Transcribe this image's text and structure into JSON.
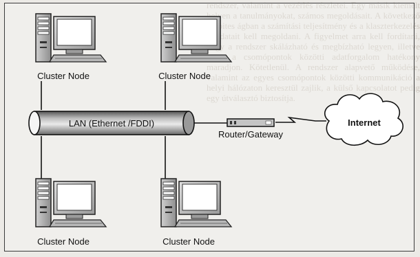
{
  "nodes": [
    {
      "label": "Cluster Node"
    },
    {
      "label": "Cluster Node"
    },
    {
      "label": "Cluster Node"
    },
    {
      "label": "Cluster Node"
    }
  ],
  "lan": {
    "label": "LAN (Ethernet /FDDI)"
  },
  "router": {
    "label": "Router/Gateway"
  },
  "internet": {
    "label": "Internet"
  },
  "background_text": "rendszer, valamint a vezérlés részletei. Egy másik kiemelt helyen a tanulmányokat, számos megoldásait. A következő 16 bites ágban a számítási teljesítmény és a klaszterkezelés feladatait kell megoldani. A figyelmet arra kell fordítani, hogy a rendszer skálázható és megbízható legyen, illetve hogy a csomópontok közötti adatforgalom hatékony maradjon. Kötetlenül. A rendszer alapvető működése, valamint az egyes csomópontok közötti kommunikáció a helyi hálózaton keresztül zajlik, a külső kapcsolatot pedig egy útválasztó biztosítja."
}
